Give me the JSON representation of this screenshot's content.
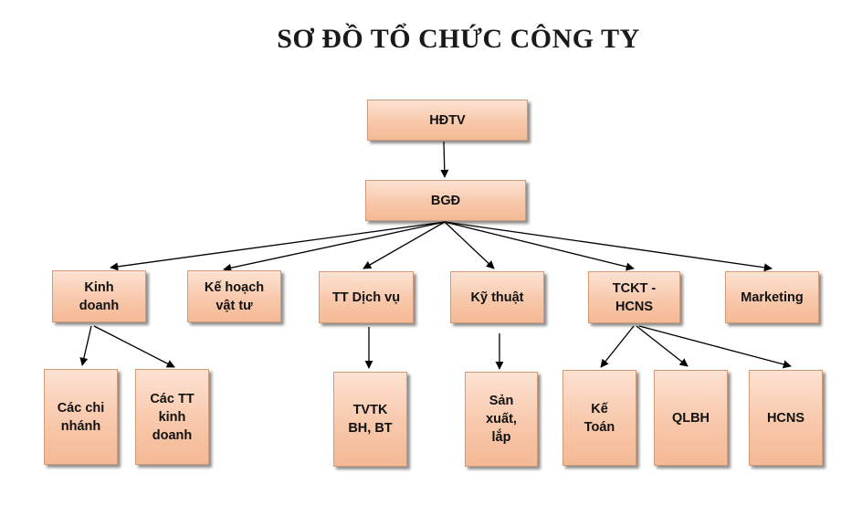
{
  "title": "SƠ ĐỒ TỔ CHỨC CÔNG TY",
  "nodes": {
    "hdtv": "HĐTV",
    "bgd": "BGĐ",
    "kinh_doanh": "Kinh\ndoanh",
    "ke_hoach": "Kế hoạch\nvật tư",
    "tt_dich_vu": "TT Dịch vụ",
    "ky_thuat": "Kỹ thuật",
    "tckt": "TCKT -\nHCNS",
    "marketing": "Marketing",
    "cac_chi_nhanh": "Các chi\nnhánh",
    "cac_tt": "Các TT\nkinh\ndoanh",
    "tvtk": "TVTK\nBH, BT",
    "san_xuat": "Sản\nxuất,\nlắp",
    "ke_toan": "Kế\nToán",
    "qlbh": "QLBH",
    "hcns": "HCNS"
  },
  "edges": [
    [
      "hdtv",
      "bgd"
    ],
    [
      "bgd",
      "kinh_doanh"
    ],
    [
      "bgd",
      "ke_hoach"
    ],
    [
      "bgd",
      "tt_dich_vu"
    ],
    [
      "bgd",
      "ky_thuat"
    ],
    [
      "bgd",
      "tckt"
    ],
    [
      "bgd",
      "marketing"
    ],
    [
      "kinh_doanh",
      "cac_chi_nhanh"
    ],
    [
      "kinh_doanh",
      "cac_tt"
    ],
    [
      "tt_dich_vu",
      "tvtk"
    ],
    [
      "ky_thuat",
      "san_xuat"
    ],
    [
      "tckt",
      "ke_toan"
    ],
    [
      "tckt",
      "qlbh"
    ],
    [
      "tckt",
      "hcns"
    ]
  ]
}
